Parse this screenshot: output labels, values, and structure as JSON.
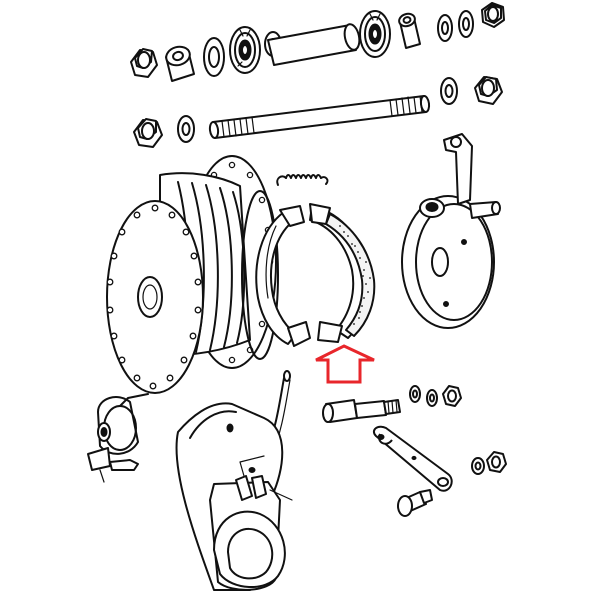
{
  "diagram": {
    "kind": "exploded-parts-view",
    "subject": "rear-wheel-hub-assembly",
    "highlight_color": "#e8262b",
    "line_color": "#111111",
    "background": "#ffffff"
  },
  "parts": [
    {
      "id": "axle-nut-top-left",
      "icon": "hex-nut"
    },
    {
      "id": "spacer-tube-1",
      "icon": "cylinder"
    },
    {
      "id": "washer-1",
      "icon": "washer"
    },
    {
      "id": "ball-bearing-1",
      "icon": "bearing"
    },
    {
      "id": "center-spacer-tube",
      "icon": "cylinder"
    },
    {
      "id": "ball-bearing-2",
      "icon": "bearing"
    },
    {
      "id": "spacer-tube-2",
      "icon": "cylinder"
    },
    {
      "id": "washer-2",
      "icon": "washer"
    },
    {
      "id": "washer-3",
      "icon": "washer"
    },
    {
      "id": "axle-nut-top-right",
      "icon": "hex-nut"
    },
    {
      "id": "axle-nut-left",
      "icon": "hex-nut"
    },
    {
      "id": "axle-washer-left",
      "icon": "washer"
    },
    {
      "id": "threaded-axle",
      "icon": "axle"
    },
    {
      "id": "axle-washer-right",
      "icon": "washer"
    },
    {
      "id": "axle-nut-right",
      "icon": "hex-nut"
    },
    {
      "id": "return-spring",
      "icon": "spring"
    },
    {
      "id": "brake-shoes",
      "icon": "brake-shoe",
      "highlighted": true
    },
    {
      "id": "wheel-hub-drum",
      "icon": "hub"
    },
    {
      "id": "brake-backing-plate",
      "icon": "plate"
    },
    {
      "id": "brake-cam-pin",
      "icon": "pin"
    },
    {
      "id": "cam-nut-washers",
      "icon": "washer"
    },
    {
      "id": "brake-lever-arm",
      "icon": "lever"
    },
    {
      "id": "arm-nut-washer",
      "icon": "hex-nut"
    },
    {
      "id": "lever-bolt",
      "icon": "bolt"
    },
    {
      "id": "cable-adjuster-clip",
      "icon": "clip"
    },
    {
      "id": "brake-cable",
      "icon": "cable"
    },
    {
      "id": "frame-clamp-bracket",
      "icon": "clamp"
    }
  ],
  "callout": {
    "type": "arrow",
    "direction": "up",
    "target": "brake-shoes",
    "color": "#e8262b"
  }
}
